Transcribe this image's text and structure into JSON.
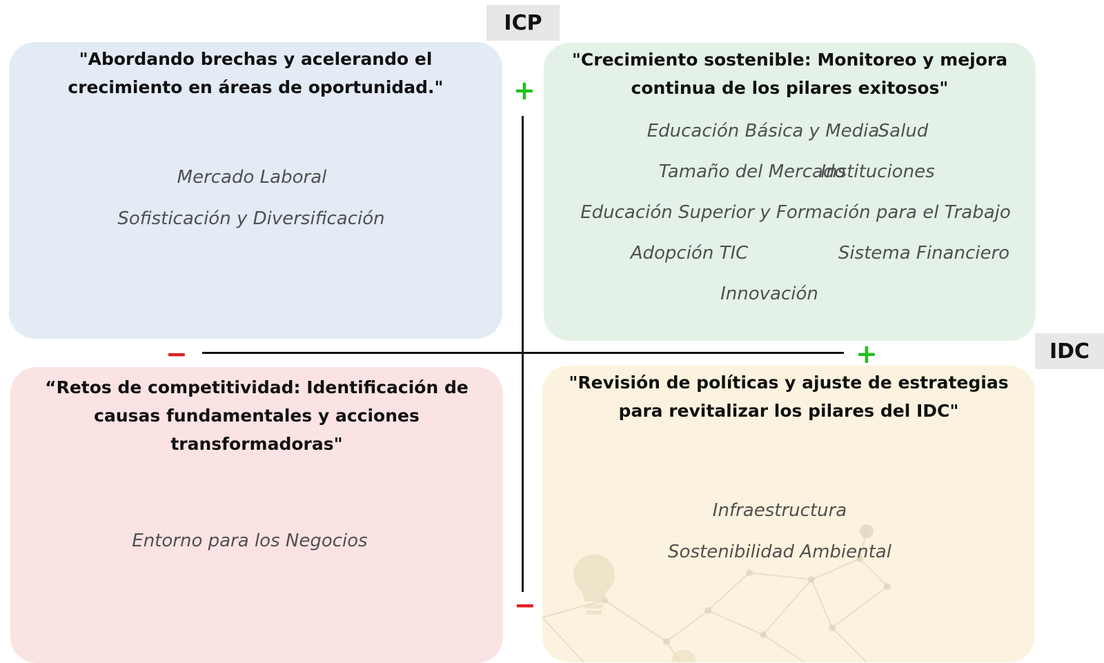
{
  "axes": {
    "vertical_label": "ICP",
    "horizontal_label": "IDC",
    "plus_sign": "+",
    "minus_sign": "−",
    "axis_color": "#111111",
    "plus_color": "#1ec01e",
    "minus_color": "#e02020"
  },
  "quadrants": {
    "top_left": {
      "title": "\"Abordando brechas y acelerando el crecimiento en áreas de oportunidad.\"",
      "color": "#e3ebf5",
      "pillars": [
        "Mercado Laboral",
        "Sofisticación y Diversificación"
      ]
    },
    "top_right": {
      "title": "\"Crecimiento sostenible: Monitoreo y mejora continua de los pilares exitosos\"",
      "color": "#e3f1e6",
      "pillars": [
        "Educación Básica y Media",
        "Salud",
        "Tamaño del Mercado",
        "Instituciones",
        "Educación Superior y Formación para el Trabajo",
        "Adopción TIC",
        "Sistema Financiero",
        "Innovación"
      ]
    },
    "bottom_left": {
      "title": "“Retos de competitividad: Identificación de causas fundamentales y acciones transformadoras\"",
      "color": "#fbe3e3",
      "pillars": [
        "Entorno para los Negocios"
      ]
    },
    "bottom_right": {
      "title": "\"Revisión de políticas y ajuste de estrategias para revitalizar los pilares del IDC\"",
      "color": "#fbf3df",
      "pillars": [
        "Infraestructura",
        "Sostenibilidad Ambiental"
      ]
    }
  },
  "decorations": {
    "watermark_icon": "lightbulb-network-icon"
  }
}
